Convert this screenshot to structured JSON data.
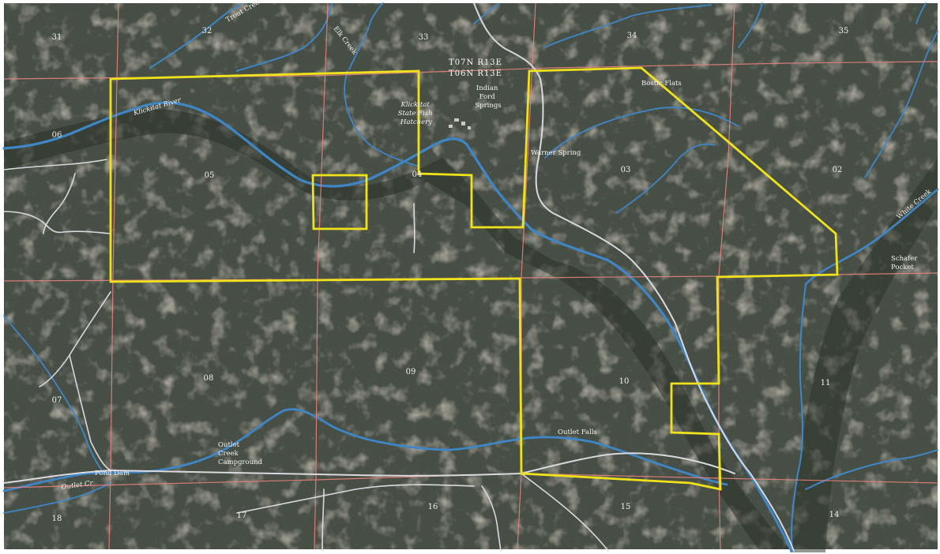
{
  "map": {
    "township": {
      "north": "T07N R13E",
      "south": "T06N R13E"
    },
    "sections": [
      "31",
      "32",
      "33",
      "34",
      "35",
      "06",
      "05",
      "04",
      "03",
      "02",
      "07",
      "08",
      "09",
      "10",
      "11",
      "18",
      "17",
      "16",
      "15",
      "14"
    ],
    "features": {
      "trout_creek": "Trout Creek",
      "elk_creek": "Elk Creek",
      "klickitat_river": "Klickitat River",
      "hatchery": [
        "Klickitat",
        "State Fish",
        "Hatchery"
      ],
      "indian_ford": [
        "Indian",
        "Ford",
        "Springs"
      ],
      "warner_spring": "Warner Spring",
      "bostic_flats": "Bostic Flats",
      "white_creek": "White Creek",
      "schafer_pocket": [
        "Schafer",
        "Pocket"
      ],
      "outlet_falls": "Outlet Falls",
      "outlet_creek": [
        "Outlet",
        "Creek",
        "Campground"
      ],
      "pond_dam": "Pond Dam",
      "outlet_creek_road": "Outlet Cr"
    },
    "colors": {
      "boundary": "#f0e21a",
      "section_line": "#e7827d",
      "water": "#3f86c6",
      "road": "#d9d9df"
    }
  }
}
